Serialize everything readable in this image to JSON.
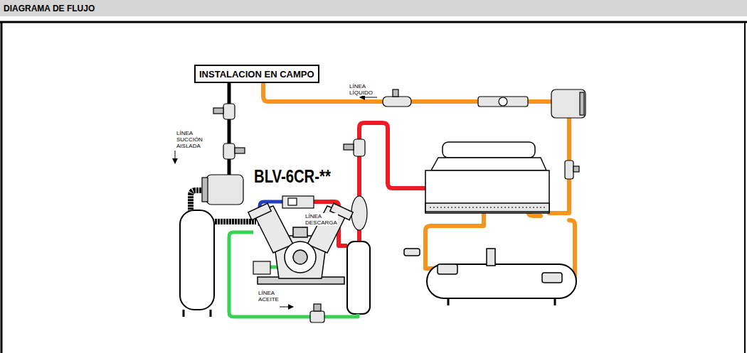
{
  "diagram": {
    "title": "DIAGRAMA DE FLUJO",
    "nodes": [
      {
        "text": [
          "INSTALACION EN CAMPO"
        ]
      }
    ],
    "labels": [
      "LÍNEA LÍQUIDO",
      "LÍNEA SUCCIÓN AISLADA",
      "BLV-6CR-**",
      "LÍNEA DESCARGA",
      "LÍNEA ACEITE"
    ]
  }
}
